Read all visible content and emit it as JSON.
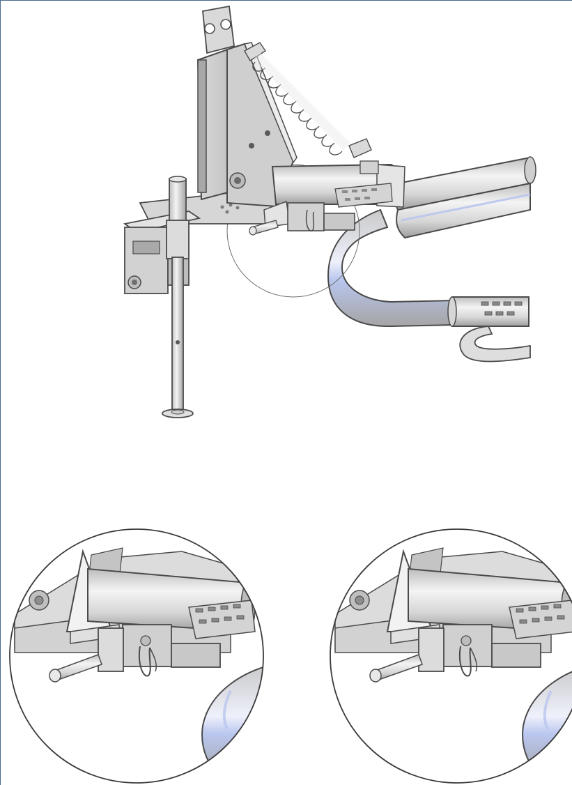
{
  "figure": {
    "main_view": "hitch-assembly-with-jack-stand",
    "detail_views": [
      "detail-view-left",
      "detail-view-right"
    ]
  },
  "colors": {
    "outline": "#4a4a4a",
    "metal_light": "#e6e6e6",
    "metal_mid": "#cfcfcf",
    "metal_dark": "#a9a9a9",
    "tube_highlight": "#f7f7f7",
    "blue_sheen": "#b9c6ee",
    "frame_border": "#4a6a8a"
  }
}
